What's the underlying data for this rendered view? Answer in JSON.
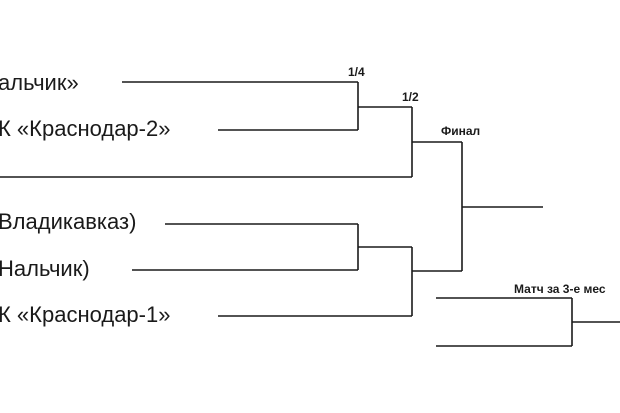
{
  "bracket": {
    "teams": [
      "альчик»",
      "К «Краснодар-2»",
      "Владикавказ)",
      "Нальчик)",
      "К «Краснодар-1»"
    ],
    "stages": {
      "quarter": "1/4",
      "semi": "1/2",
      "final": "Финал",
      "third_place": "Матч за 3-е мес"
    }
  }
}
